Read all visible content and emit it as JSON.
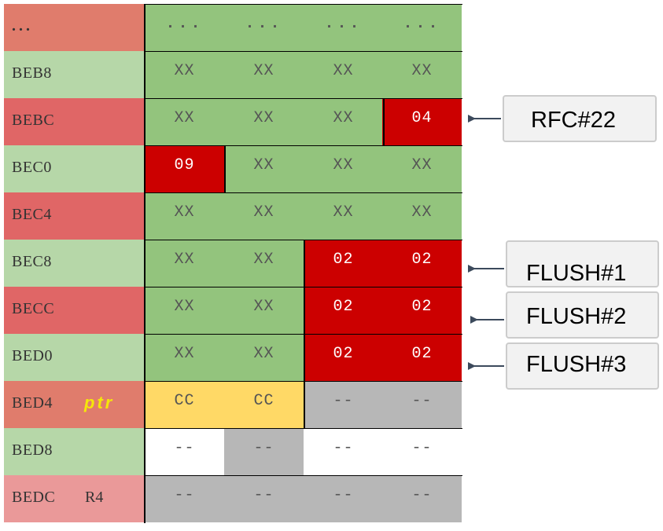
{
  "colors": {
    "addr_dark": "#e06666",
    "addr_light": "#b6d7a8",
    "addr_top": "#e07c6c",
    "addr_pink": "#ea9999",
    "green": "#93c47d",
    "red": "#cc0000",
    "yellow": "#ffd966",
    "gray": "#b7b7b7",
    "white": "#ffffff",
    "arrow": "#3c4a5c"
  },
  "rows": [
    {
      "addr": "...",
      "bg": "addr_top",
      "extra": "",
      "cells": [
        {
          "v": "...",
          "c": "green"
        },
        {
          "v": "...",
          "c": "green"
        },
        {
          "v": "...",
          "c": "green"
        },
        {
          "v": "...",
          "c": "green"
        }
      ]
    },
    {
      "addr": "BEB8",
      "bg": "addr_light",
      "extra": "",
      "cells": [
        {
          "v": "XX",
          "c": "green"
        },
        {
          "v": "XX",
          "c": "green"
        },
        {
          "v": "XX",
          "c": "green"
        },
        {
          "v": "XX",
          "c": "green"
        }
      ]
    },
    {
      "addr": "BEBC",
      "bg": "addr_dark",
      "extra": "",
      "cells": [
        {
          "v": "XX",
          "c": "green"
        },
        {
          "v": "XX",
          "c": "green"
        },
        {
          "v": "XX",
          "c": "green"
        },
        {
          "v": "04",
          "c": "red"
        }
      ]
    },
    {
      "addr": "BEC0",
      "bg": "addr_light",
      "extra": "",
      "cells": [
        {
          "v": "09",
          "c": "red"
        },
        {
          "v": "XX",
          "c": "green"
        },
        {
          "v": "XX",
          "c": "green"
        },
        {
          "v": "XX",
          "c": "green"
        }
      ]
    },
    {
      "addr": "BEC4",
      "bg": "addr_dark",
      "extra": "",
      "cells": [
        {
          "v": "XX",
          "c": "green"
        },
        {
          "v": "XX",
          "c": "green"
        },
        {
          "v": "XX",
          "c": "green"
        },
        {
          "v": "XX",
          "c": "green"
        }
      ]
    },
    {
      "addr": "BEC8",
      "bg": "addr_light",
      "extra": "",
      "cells": [
        {
          "v": "XX",
          "c": "green"
        },
        {
          "v": "XX",
          "c": "green"
        },
        {
          "v": "02",
          "c": "red"
        },
        {
          "v": "02",
          "c": "red"
        }
      ]
    },
    {
      "addr": "BECC",
      "bg": "addr_dark",
      "extra": "",
      "cells": [
        {
          "v": "XX",
          "c": "green"
        },
        {
          "v": "XX",
          "c": "green"
        },
        {
          "v": "02",
          "c": "red"
        },
        {
          "v": "02",
          "c": "red"
        }
      ]
    },
    {
      "addr": "BED0",
      "bg": "addr_light",
      "extra": "",
      "cells": [
        {
          "v": "XX",
          "c": "green"
        },
        {
          "v": "XX",
          "c": "green"
        },
        {
          "v": "02",
          "c": "red"
        },
        {
          "v": "02",
          "c": "red"
        }
      ]
    },
    {
      "addr": "BED4",
      "bg": "addr_top",
      "extra": "ptr",
      "cells": [
        {
          "v": "CC",
          "c": "yellow"
        },
        {
          "v": "CC",
          "c": "yellow"
        },
        {
          "v": "--",
          "c": "gray"
        },
        {
          "v": "--",
          "c": "gray"
        }
      ]
    },
    {
      "addr": "BED8",
      "bg": "addr_light",
      "extra": "",
      "cells": [
        {
          "v": "--",
          "c": "white"
        },
        {
          "v": "--",
          "c": "gray"
        },
        {
          "v": "--",
          "c": "white"
        },
        {
          "v": "--",
          "c": "white"
        }
      ]
    },
    {
      "addr": "BEDC",
      "bg": "addr_pink",
      "extra": "R4",
      "cells": [
        {
          "v": "--",
          "c": "gray"
        },
        {
          "v": "--",
          "c": "gray"
        },
        {
          "v": "--",
          "c": "gray"
        },
        {
          "v": "--",
          "c": "gray"
        }
      ]
    }
  ],
  "callouts": [
    {
      "label": "RFC#22",
      "row": 2
    },
    {
      "label": "FLUSH#1",
      "row": 5
    },
    {
      "label": "FLUSH#2",
      "row": 6
    },
    {
      "label": "FLUSH#3",
      "row": 7
    }
  ]
}
